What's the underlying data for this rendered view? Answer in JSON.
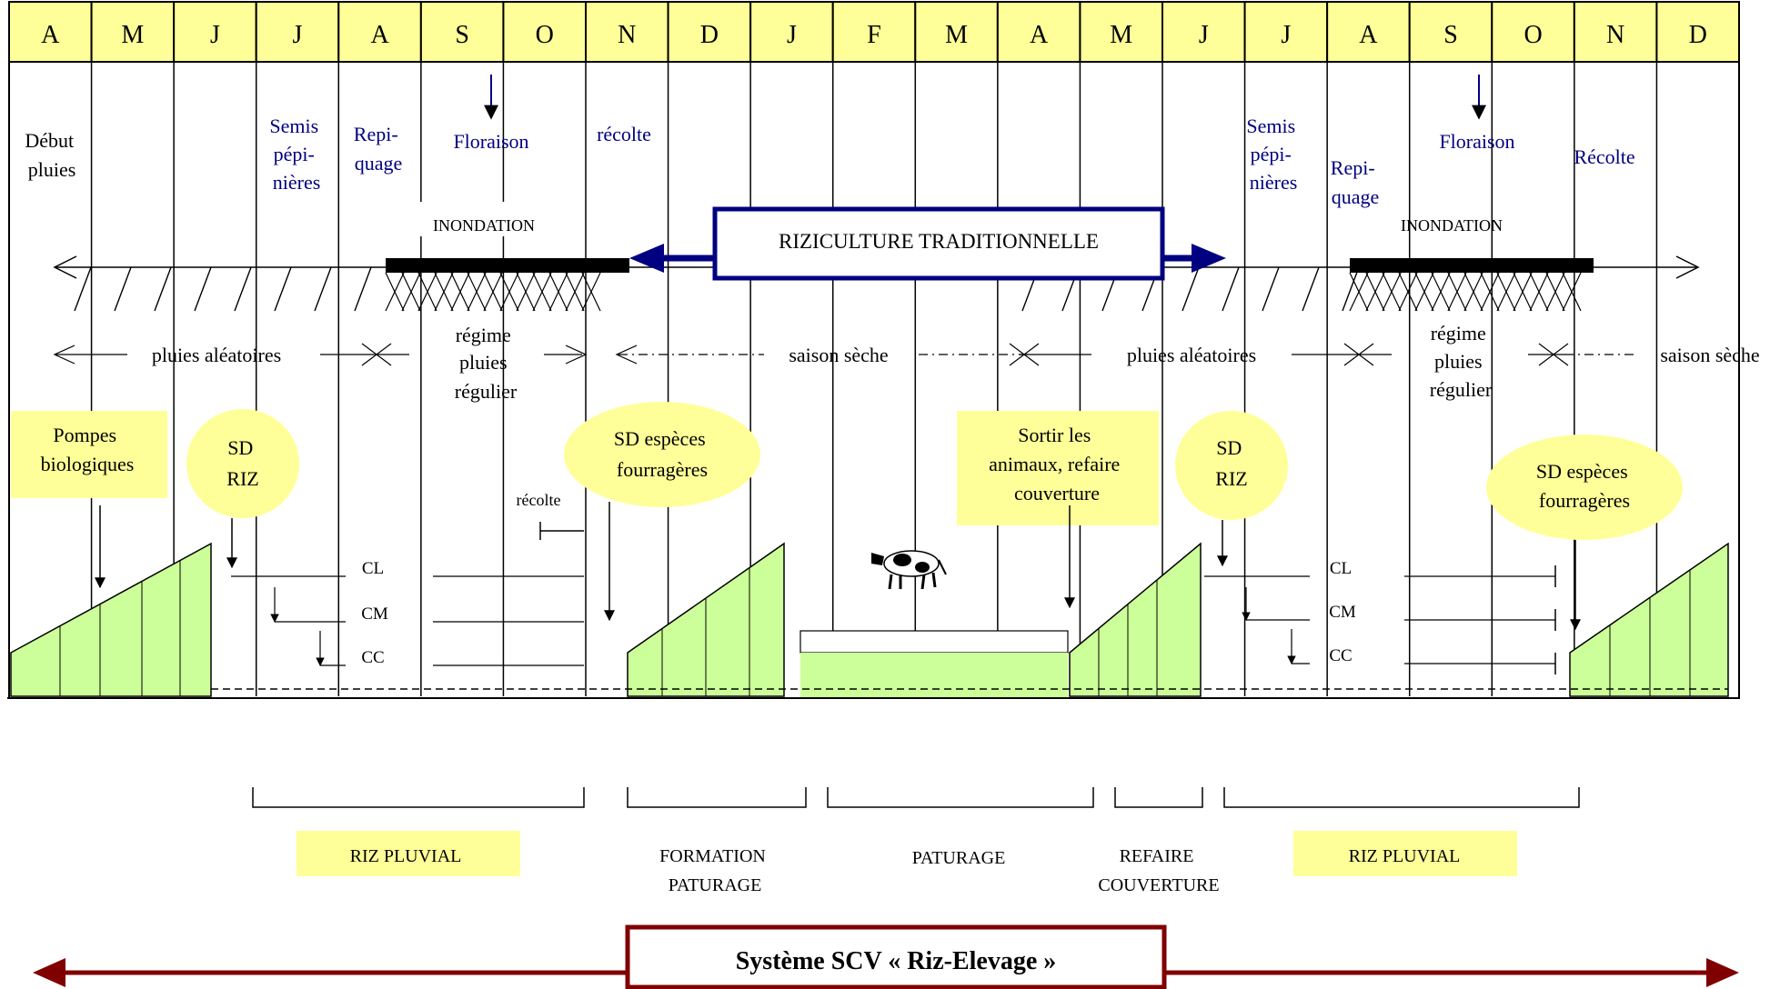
{
  "months": [
    "A",
    "M",
    "J",
    "J",
    "A",
    "S",
    "O",
    "N",
    "D",
    "J",
    "F",
    "M",
    "A",
    "M",
    "J",
    "J",
    "A",
    "S",
    "O",
    "N",
    "D"
  ],
  "colors": {
    "header_fill": "#ffff99",
    "green_fill": "#ccff99",
    "yellow_fill": "#ffff99",
    "accent_blue": "#000080",
    "accent_red": "#800000",
    "ink": "#000000"
  },
  "events": {
    "debut_pluies": [
      "Début",
      "pluies"
    ],
    "semis_1": [
      "Semis",
      "pépi-",
      "nières"
    ],
    "repiquage_1": [
      "Repi-",
      "quage"
    ],
    "floraison_1": "Floraison",
    "recolte_1": "récolte",
    "semis_2": [
      "Semis",
      "pépi-",
      "nières"
    ],
    "repiquage_2": [
      "Repi-",
      "quage"
    ],
    "floraison_2": "Floraison",
    "recolte_2": "Récolte"
  },
  "inondation_1": "INONDATION",
  "inondation_2": "INONDATION",
  "riziculture_label": "RIZICULTURE TRADITIONNELLE",
  "seasons": {
    "pluies_aleatoires_1": "pluies aléatoires",
    "regime_1": [
      "régime",
      "pluies",
      "régulier"
    ],
    "saison_seche_1": "saison sèche",
    "pluies_aleatoires_2": "pluies aléatoires",
    "regime_2": [
      "régime",
      "pluies",
      "régulier"
    ],
    "saison_seche_2": "saison sèche"
  },
  "callouts": {
    "pompes": [
      "Pompes",
      "biologiques"
    ],
    "sd_riz_1": [
      "SD",
      "RIZ"
    ],
    "sd_especes_1": [
      "SD espèces",
      "fourragères"
    ],
    "sortir": [
      "Sortir les",
      "animaux, refaire",
      "couverture"
    ],
    "sd_riz_2": [
      "SD",
      "RIZ"
    ],
    "sd_especes_2": [
      "SD espèces",
      "fourragères"
    ]
  },
  "recolte_small": "récolte",
  "cycles": [
    "CL",
    "CM",
    "CC"
  ],
  "phases": {
    "riz_pluvial_1": "RIZ PLUVIAL",
    "formation_paturage": [
      "FORMATION",
      "PATURAGE"
    ],
    "paturage": "PATURAGE",
    "refaire_couverture": [
      "REFAIRE",
      "COUVERTURE"
    ],
    "riz_pluvial_2": "RIZ PLUVIAL"
  },
  "system_label": "Système SCV « Riz-Elevage »"
}
